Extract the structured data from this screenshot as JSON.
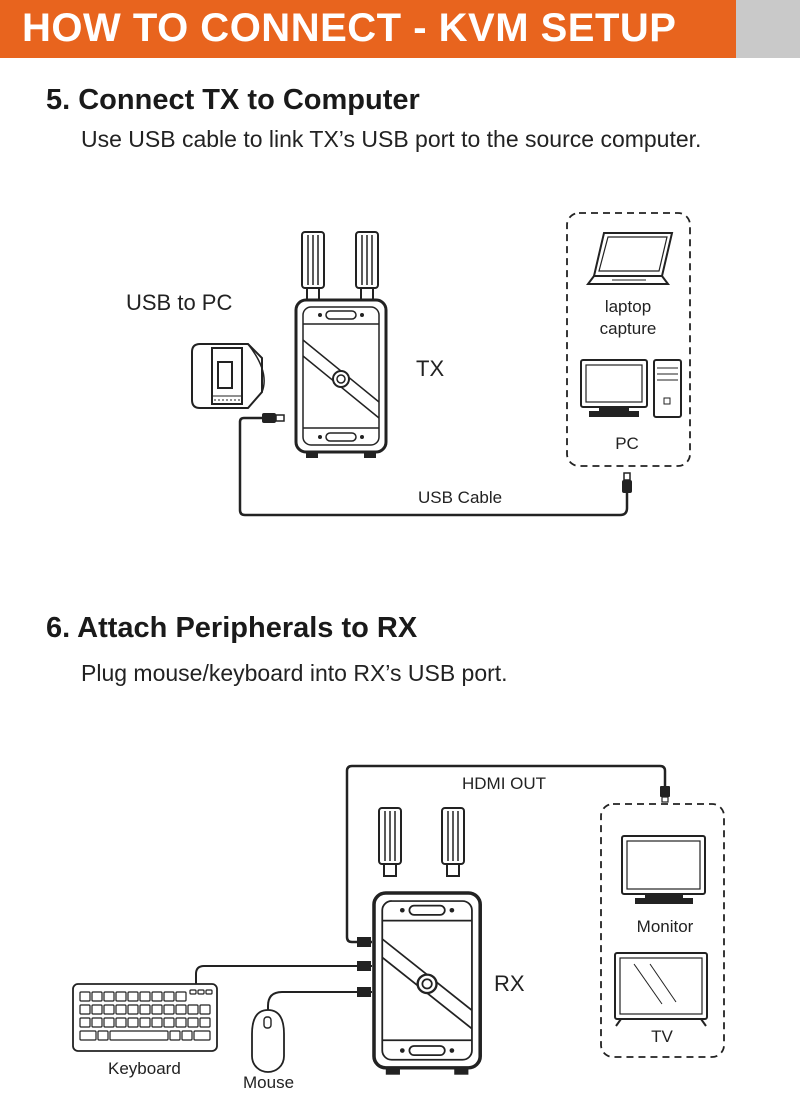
{
  "banner": {
    "title": "HOW TO CONNECT - KVM SETUP"
  },
  "step5": {
    "title": "5. Connect TX to Computer",
    "description": "Use USB cable to link TX’s USB port to the source computer.",
    "labels": {
      "usb_to_pc": "USB to PC",
      "tx": "TX",
      "laptop_capture": "laptop\ncapture",
      "laptop_line1": "laptop",
      "laptop_line2": "capture",
      "pc": "PC",
      "usb_cable": "USB Cable"
    }
  },
  "step6": {
    "title": "6. Attach Peripherals to RX",
    "description": "Plug mouse/keyboard into RX’s USB port.",
    "labels": {
      "hdmi_out": "HDMI OUT",
      "monitor": "Monitor",
      "tv": "TV",
      "rx": "RX",
      "keyboard": "Keyboard",
      "mouse": "Mouse"
    }
  },
  "colors": {
    "accent": "#e8641e",
    "side": "#c9c9c9",
    "line": "#222222"
  },
  "icons": [
    "antenna-icon",
    "usb-plug-icon",
    "laptop-icon",
    "desktop-pc-icon",
    "monitor-icon",
    "tv-icon",
    "keyboard-icon",
    "mouse-icon",
    "hdmi-plug-icon"
  ]
}
